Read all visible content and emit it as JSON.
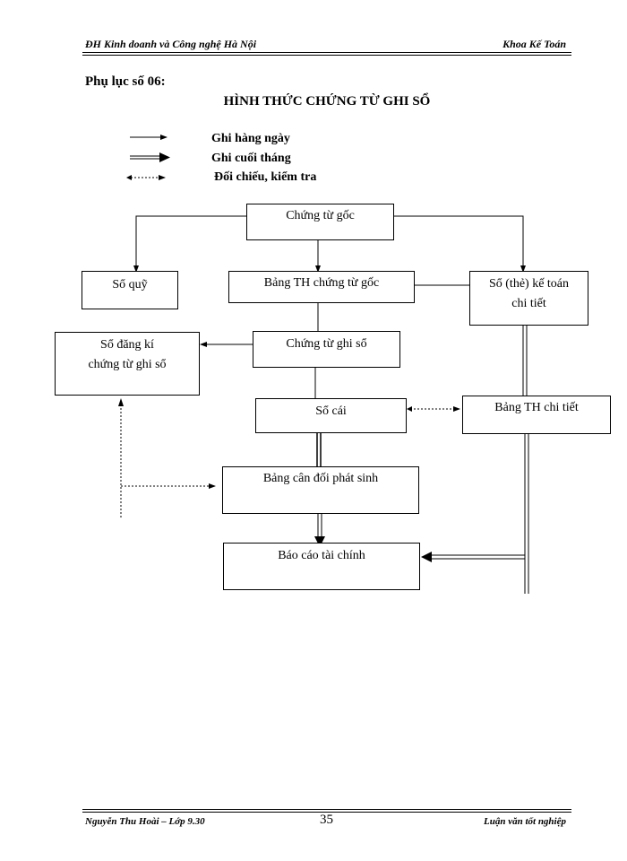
{
  "header": {
    "left": "ĐH Kinh doanh và Công nghệ Hà Nội",
    "right": "Khoa Kế Toán"
  },
  "appendix_label": "Phụ lục số 06:",
  "title": "HÌNH THỨC CHỨNG TỪ GHI SỔ",
  "legend": [
    {
      "style": "single-arrow",
      "label": "Ghi hàng ngày"
    },
    {
      "style": "double-arrow",
      "label": "Ghi cuối tháng"
    },
    {
      "style": "dotted-arrow",
      "label": "Đối chiếu, kiểm tra"
    }
  ],
  "nodes": {
    "chung_tu_goc": "Chứng từ gốc",
    "so_quy": "Sổ quỹ",
    "bang_th_chung_tu_goc": "Bảng TH chứng từ gốc",
    "so_the_ke_toan_chi_tiet": [
      "Sổ (thẻ) kế toán",
      "chi tiết"
    ],
    "so_dang_ki": [
      "Sổ đăng kí",
      "chứng từ ghi sổ"
    ],
    "chung_tu_ghi_so": "Chứng từ ghi sổ",
    "so_cai": "Sổ cái",
    "bang_th_chi_tiet": "Bảng TH chi tiết",
    "bang_can_doi": "Bảng cân đối phát sinh",
    "bao_cao_tai_chinh": "Báo cáo tài chính"
  },
  "footer": {
    "left": "Nguyễn Thu Hoài – Lớp 9.30",
    "page": "35",
    "right": "Luận văn tốt nghiệp"
  }
}
